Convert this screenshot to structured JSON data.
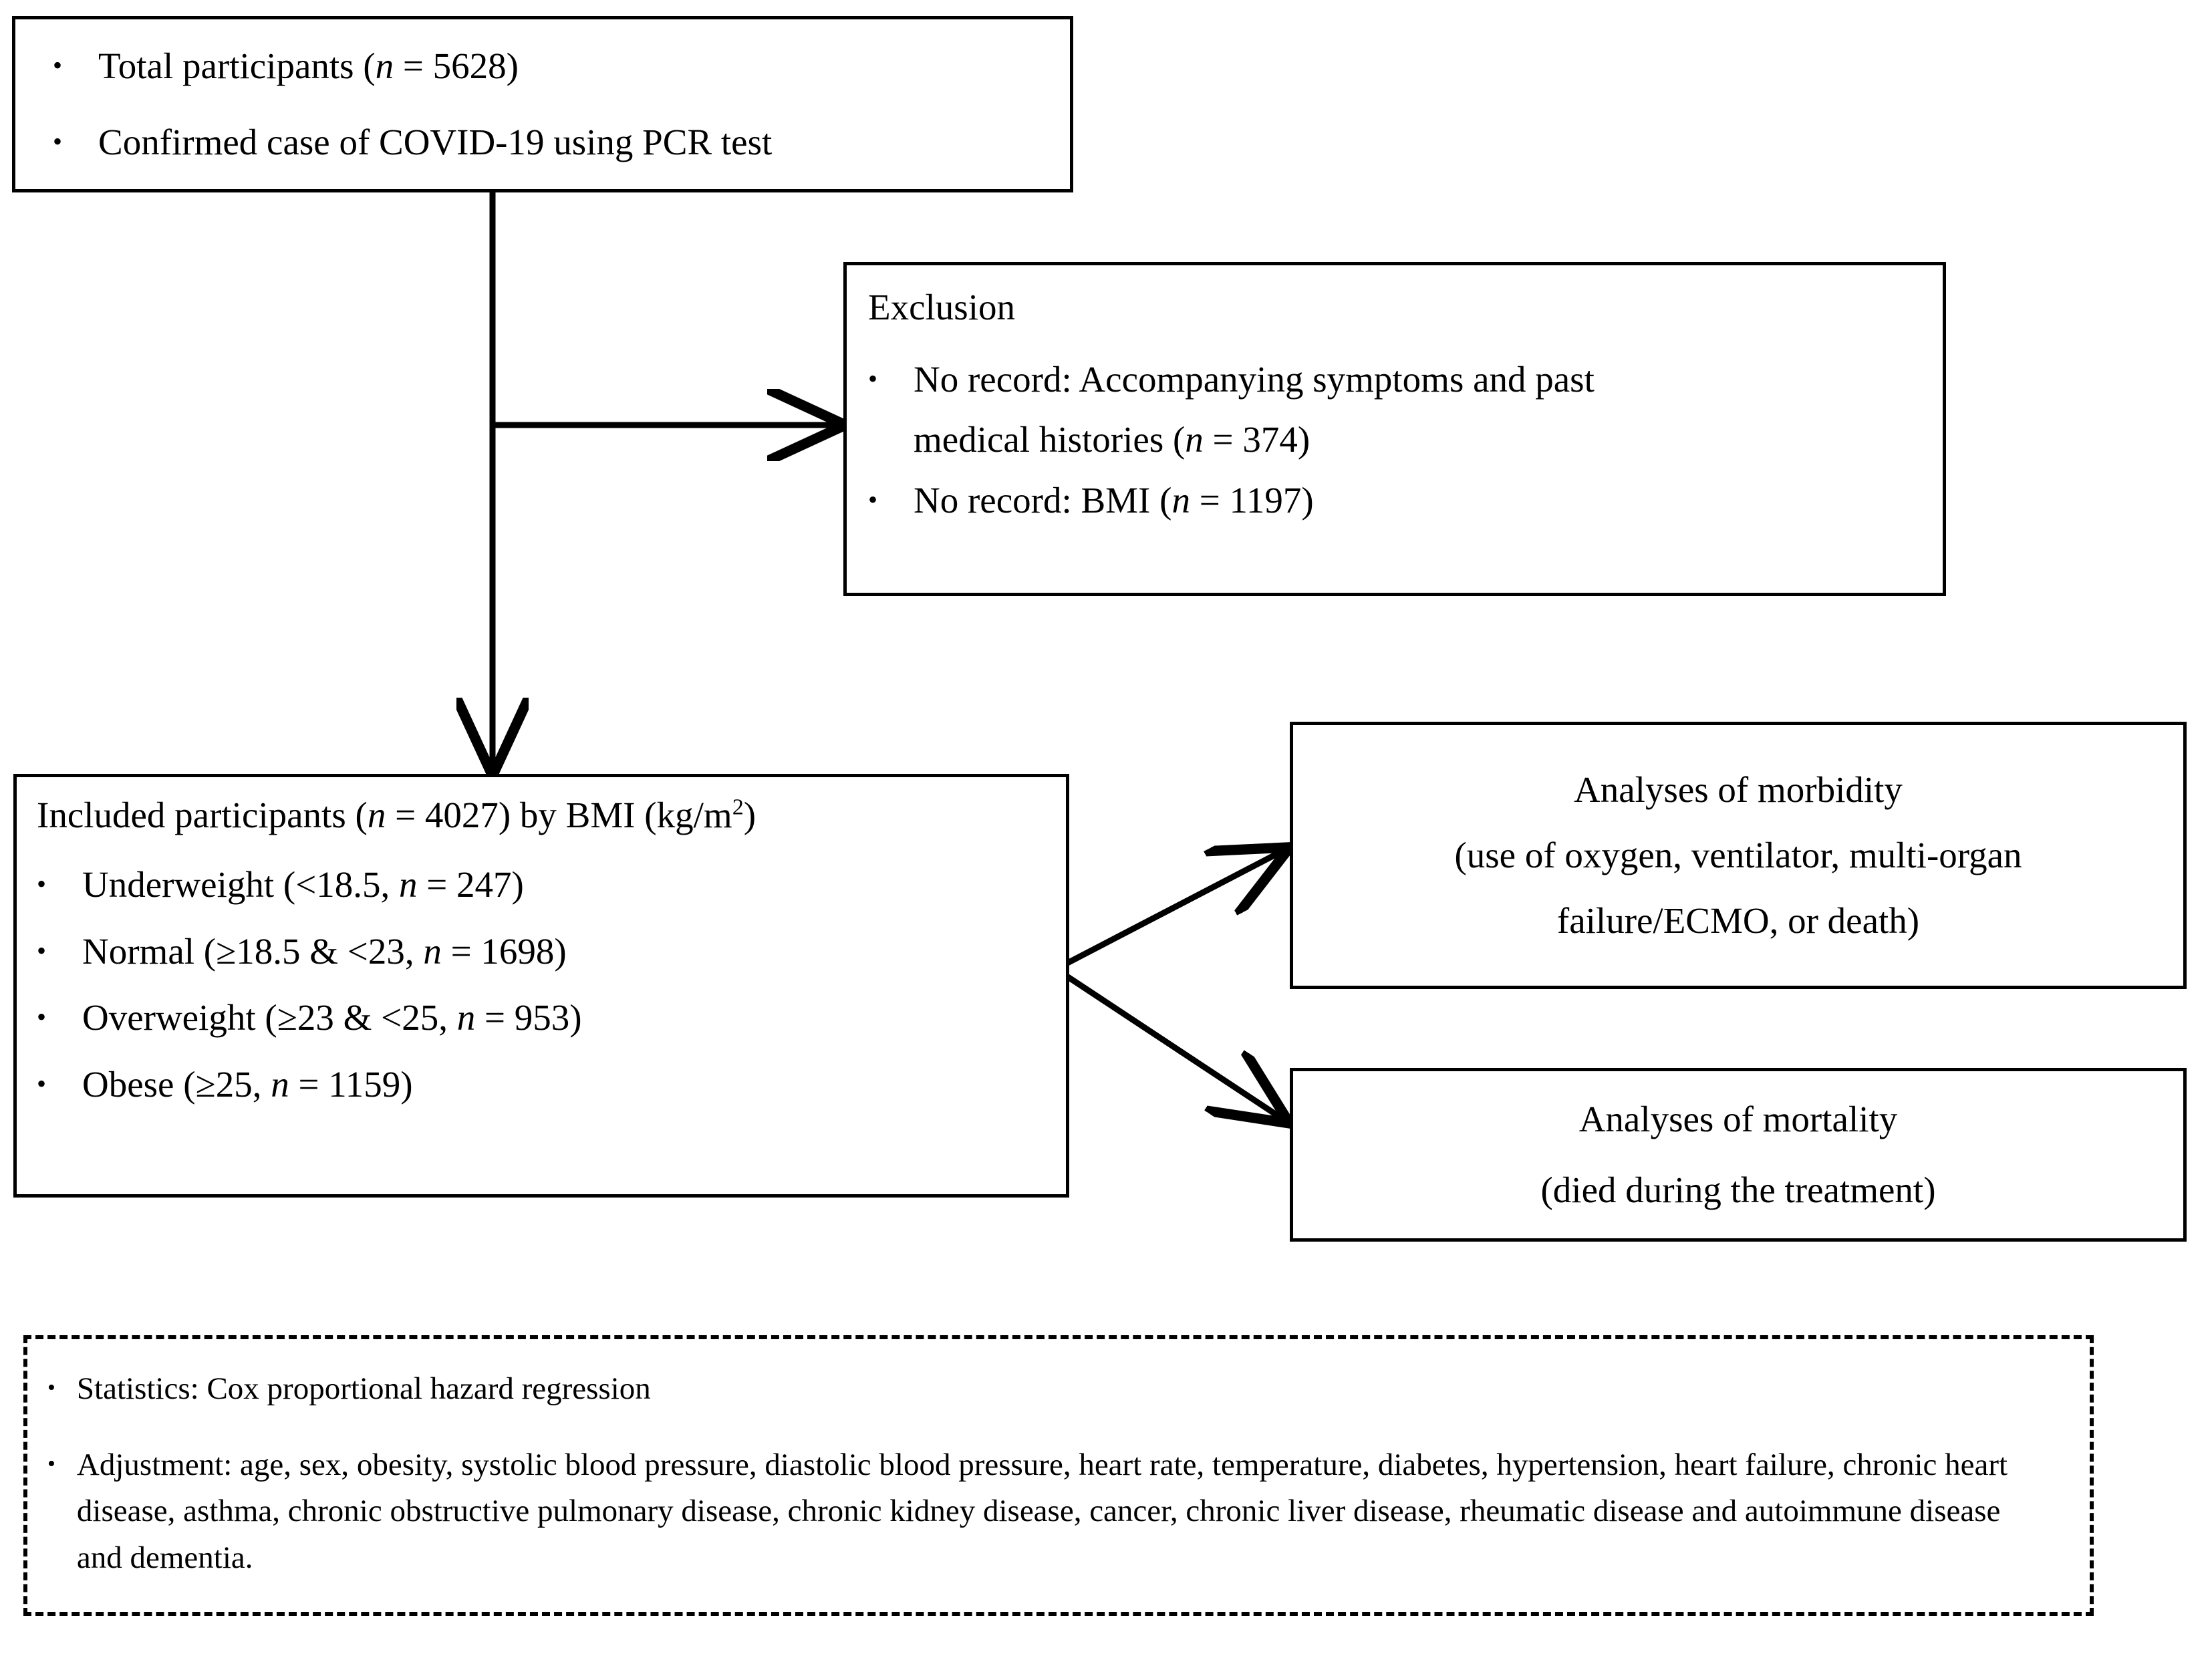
{
  "diagram": {
    "type": "flowchart",
    "title": "Study participant flow and analysis plan",
    "accent_color": "#000000",
    "background_color": "#ffffff"
  },
  "total_participants_box": {
    "bullets": [
      {
        "prefix": "Total participants (",
        "italic": "n",
        "suffix": " = 5628)"
      },
      {
        "prefix": "Confirmed case of COVID-19 using PCR test",
        "italic": "",
        "suffix": ""
      }
    ],
    "bullet_glyph": "•"
  },
  "exclusion_box": {
    "heading": "Exclusion",
    "bullets": [
      {
        "line1": "No record: Accompanying  symptoms  and   past",
        "line2_prefix": "medical  histories  (",
        "line2_italic": "n",
        "line2_suffix": " = 374)"
      },
      {
        "line1_prefix": "No record:  BMI (",
        "line1_italic": "n",
        "line1_suffix": " = 1197)"
      }
    ],
    "bullet_glyph": "•"
  },
  "included_participants_box": {
    "heading_prefix": "Included participants  (",
    "heading_italic": "n",
    "heading_mid": " = 4027)   by BMI (kg/m",
    "heading_sup": "2",
    "heading_suffix": ")",
    "bullets": [
      {
        "prefix": "Underweight (<18.5, ",
        "italic": "n",
        "suffix": " = 247)"
      },
      {
        "prefix": "Normal (≥18.5 & <23,  ",
        "italic": "n",
        "suffix": " = 1698)"
      },
      {
        "prefix": "Overweight (≥23 & <25, ",
        "italic": "n",
        "suffix": " = 953)"
      },
      {
        "prefix": "Obese (≥25, ",
        "italic": "n",
        "suffix": " = 1159)"
      }
    ],
    "bullet_glyph": "•"
  },
  "morbidity_box": {
    "lines": [
      "Analyses  of morbidity",
      "(use of oxygen,  ventilator,  multi-organ",
      "failure/ECMO,  or death)"
    ]
  },
  "mortality_box": {
    "lines": [
      "Analyses  of mortality",
      "(died during  the treatment)"
    ]
  },
  "statistics_box": {
    "bullets": [
      {
        "text": "Statistics:  Cox proportional hazard regression"
      },
      {
        "text": "Adjustment: age, sex, obesity, systolic blood pressure, diastolic blood pressure, heart rate, temperature, diabetes, hypertension, heart failure,  chronic heart disease, asthma, chronic obstructive pulmonary disease, chronic kidney disease, cancer, chronic liver disease, rheumatic disease and autoimmune disease and dementia."
      }
    ],
    "bullet_glyph": "•",
    "border_style": "dashed"
  },
  "connectors": [
    {
      "name": "total-to-included",
      "from": "total_participants_box",
      "to": "included_participants_box",
      "style": "solid-arrow-down"
    },
    {
      "name": "total-to-exclusion",
      "from": "total_participants_box",
      "to": "exclusion_box",
      "style": "solid-arrow-right"
    },
    {
      "name": "included-to-morbidity",
      "from": "included_participants_box",
      "to": "morbidity_box",
      "style": "solid-arrow-diagonal-up"
    },
    {
      "name": "included-to-mortality",
      "from": "included_participants_box",
      "to": "mortality_box",
      "style": "solid-arrow-diagonal-down"
    }
  ]
}
